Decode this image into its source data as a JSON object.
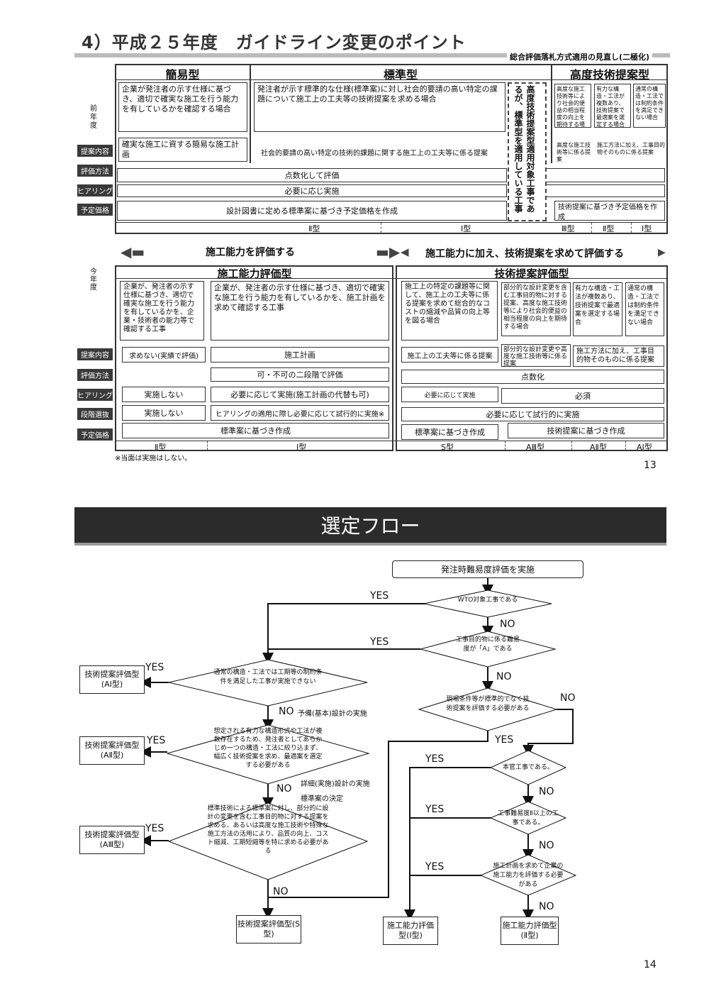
{
  "page13": {
    "title": "4）平成２５年度　ガイドライン変更のポイント",
    "subtitle": "総合評価落札方式適用の見直し(二極化)",
    "prev_year": "前\n年\n度",
    "this_year": "今\n年\n度",
    "tags": [
      "提案内容",
      "評価方法",
      "ヒアリング",
      "予定価格"
    ],
    "tags2": [
      "提案内容",
      "評価方法",
      "ヒアリング",
      "段階選抜",
      "予定価格"
    ],
    "top": {
      "simple_header": "簡易型",
      "standard_header": "標準型",
      "advanced_header": "高度技術提案型",
      "simple_desc": "企業が発注者の示す仕様に基づき、適切で確実な施工を行う能力を有しているかを確認する場合",
      "standard_desc": "発注者が示す標準的な仕様(標準案)に対し社会的要請の高い特定の課題について施工上の工夫等の技術提案を求める場合",
      "vertical_note": "高度技術提案型適用対象工事であるが、標準型を適用している工事",
      "adv1": "高度な施工技術等により社会的便益の相当程度の向上を期待する場",
      "adv2": "有力な構造・工法が複数あり、技術提案で最適案を選定する場合",
      "adv3": "通常の構造・工法では制約条件を満足できない場合",
      "simple_prop": "確実な施工に資する簡易な施工計画",
      "standard_prop": "社会的要請の高い特定の技術的課題に関する施工上の工夫等に係る提案",
      "adv_prop1": "高度な施工技術等に係る提案",
      "adv_prop2": "施工方法に加え、工事目的物そのものに係る提案",
      "eval": "点数化して評価",
      "hearing": "必要に応じ実施",
      "price": "設計図書に定める標準案に基づき予定価格を作成",
      "adv_price": "技術提案に基づき予定価格を作成",
      "types": [
        "Ⅱ型",
        "Ⅰ型",
        "Ⅲ型",
        "Ⅱ型",
        "Ⅰ型"
      ]
    },
    "arrow_left": "施工能力を評価する",
    "arrow_right": "施工能力に加え、技術提案を求めて評価する",
    "bottom": {
      "cap_header": "施工能力評価型",
      "tech_header": "技術提案評価型",
      "cap1": "企業が、発注者の示す仕様に基づき、適切で確実な施工を行う能力を有しているかを、企業・技術者の能力等で確認する工事",
      "cap2": "企業が、発注者の示す仕様に基づき、適切で確実な施工を行う能力を有しているかを、施工計画を求めて確認する工事",
      "tech1": "施工上の特定の課題等に関して、施工上の工夫等に係る提案を求めて総合的なコストの縮減や品質の向上等を図る場合",
      "tech2": "部分的な設計変更を含む工事目的物に対する提案、高度な施工技術等により社会的便益の相当程度の向上を期待する場合",
      "tech3": "有力な構造・工法が複数あり、技術提案で最適案を選定する場合",
      "tech4": "通常の構造・工法では制約条件を満足できない場合",
      "prop_none": "求めない(実績で評価)",
      "prop_plan": "施工計画",
      "prop_s": "施工上の工夫等に係る提案",
      "prop_a3": "部分的な設計変更や高度な施工技術等に係る提案",
      "prop_a12": "施工方法に加え、工事目的物そのものに係る提案",
      "eval_two": "可・不可の二段階で評価",
      "eval_score": "点数化",
      "hear_no": "実施しない",
      "hear_opt": "必要に応じて実施(施工計画の代替も可)",
      "hear_s": "必要に応じて実施",
      "hear_must": "必須",
      "sel_no": "実施しない",
      "sel_trial": "ヒアリングの適用に際し必要に応じて試行的に実施※",
      "sel_tech": "必要に応じて試行的に実施",
      "price_std": "標準案に基づき作成",
      "price_s": "標準案に基づき作成",
      "price_tech": "技術提案に基づき作成",
      "types": [
        "Ⅱ型",
        "Ⅰ型",
        "S型",
        "AⅢ型",
        "AⅡ型",
        "AⅠ型"
      ]
    },
    "note": "※当面は実施はしない。",
    "page": "13"
  },
  "page14": {
    "title": "選定フロー",
    "start": "発注時難易度評価を実施",
    "q1": "WTO対象工事である",
    "q2": "工事目的物に係る難易度が「A」である",
    "q3": "通常の構造・工法では工期等の制約条件を満足した工事が実施できない",
    "q4": "想定される有力な構造形式や工法が複数存在するため、発注者としてあらかじめ一つの構造・工法に絞り込まず、幅広く技術提案を求め、最適案を選定する必要がある",
    "q5": "標準技術による標準案に対し、部分的に設計の変更を含む工事目的物に対する提案を求める、あるいは高度な施工技術や特殊な施工方法の活用により、品質の向上、コスト縮減、工期短縮等を特に求める必要がある",
    "q6": "現場条件等が標準的でなく技術提案を評価する必要がある",
    "q7": "本官工事である。",
    "q8": "工事難易度Ⅱ以上の工事である。",
    "q9": "施工計画を求めて企業の施工能力を評価する必要がある",
    "r_a1": "技術提案評価型(AⅠ型)",
    "r_a2": "技術提案評価型(AⅡ型)",
    "r_a3": "技術提案評価型(AⅢ型)",
    "r_s": "技術提案評価型(S型)",
    "r_c1": "施工能力評価型(Ⅰ型)",
    "r_c2": "施工能力評価型(Ⅱ型)",
    "note_basic": "予備(基本)設計の実施",
    "note_detail": "詳細(実施)設計の実施",
    "note_std": "標準案の決定",
    "yes": "YES",
    "no": "NO",
    "page": "14"
  }
}
